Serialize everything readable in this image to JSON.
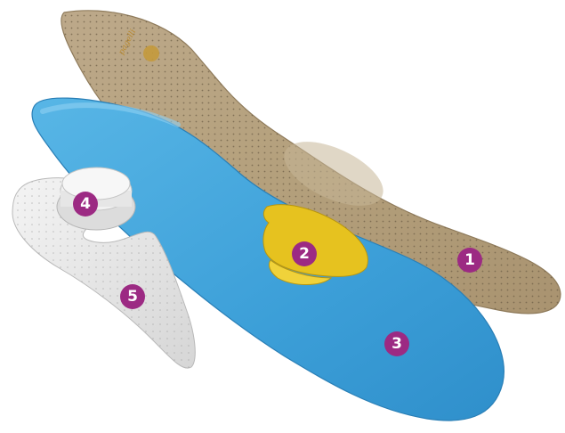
{
  "product": {
    "logo_text": "pagelli"
  },
  "layers": [
    {
      "number": "1",
      "name": "leather-top-layer"
    },
    {
      "number": "2",
      "name": "yellow-metatarsal-pad"
    },
    {
      "number": "3",
      "name": "blue-foam-base"
    },
    {
      "number": "4",
      "name": "heel-cushion-insert"
    },
    {
      "number": "5",
      "name": "white-arch-support-shell"
    }
  ],
  "colors": {
    "marker": "#9c2a83",
    "leather": "#b9a684",
    "foam": "#3fa6de",
    "pad": "#e6c21f",
    "shell": "#e6e6e6"
  }
}
